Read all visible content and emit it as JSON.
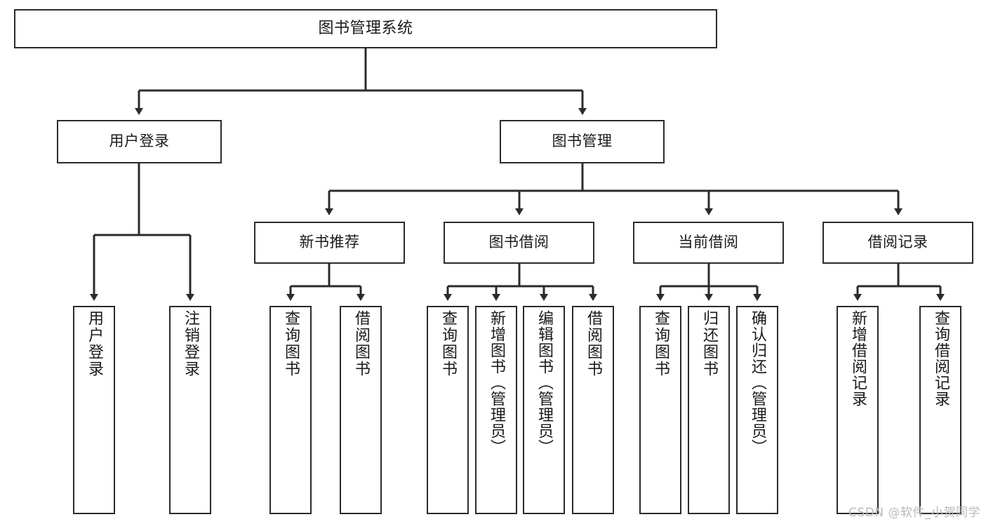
{
  "diagram": {
    "type": "tree",
    "title": "图书管理系统",
    "watermark": "CSDN @软件_小贺同学",
    "colors": {
      "background": "#ffffff",
      "border": "#2b2b2b",
      "text": "#1a1a1a",
      "connector": "#2b2b2b",
      "watermark": "#b9b9b9"
    },
    "root": {
      "label": "图书管理系统"
    },
    "level2": [
      {
        "label": "用户登录"
      },
      {
        "label": "图书管理"
      }
    ],
    "level3": [
      {
        "label": "新书推荐"
      },
      {
        "label": "图书借阅"
      },
      {
        "label": "当前借阅"
      },
      {
        "label": "借阅记录"
      }
    ],
    "leaves": {
      "user_login": [
        {
          "label": "用户登录"
        },
        {
          "label": "注销登录"
        }
      ],
      "new_book": [
        {
          "label": "查询图书"
        },
        {
          "label": "借阅图书"
        }
      ],
      "book_borrow": [
        {
          "label": "查询图书"
        },
        {
          "label": "新增图书（管理员）"
        },
        {
          "label": "编辑图书（管理员）"
        },
        {
          "label": "借阅图书"
        }
      ],
      "current_borrow": [
        {
          "label": "查询图书"
        },
        {
          "label": "归还图书"
        },
        {
          "label": "确认归还（管理员）"
        }
      ],
      "borrow_record": [
        {
          "label": "新增借阅记录"
        },
        {
          "label": "查询借阅记录"
        }
      ]
    }
  }
}
